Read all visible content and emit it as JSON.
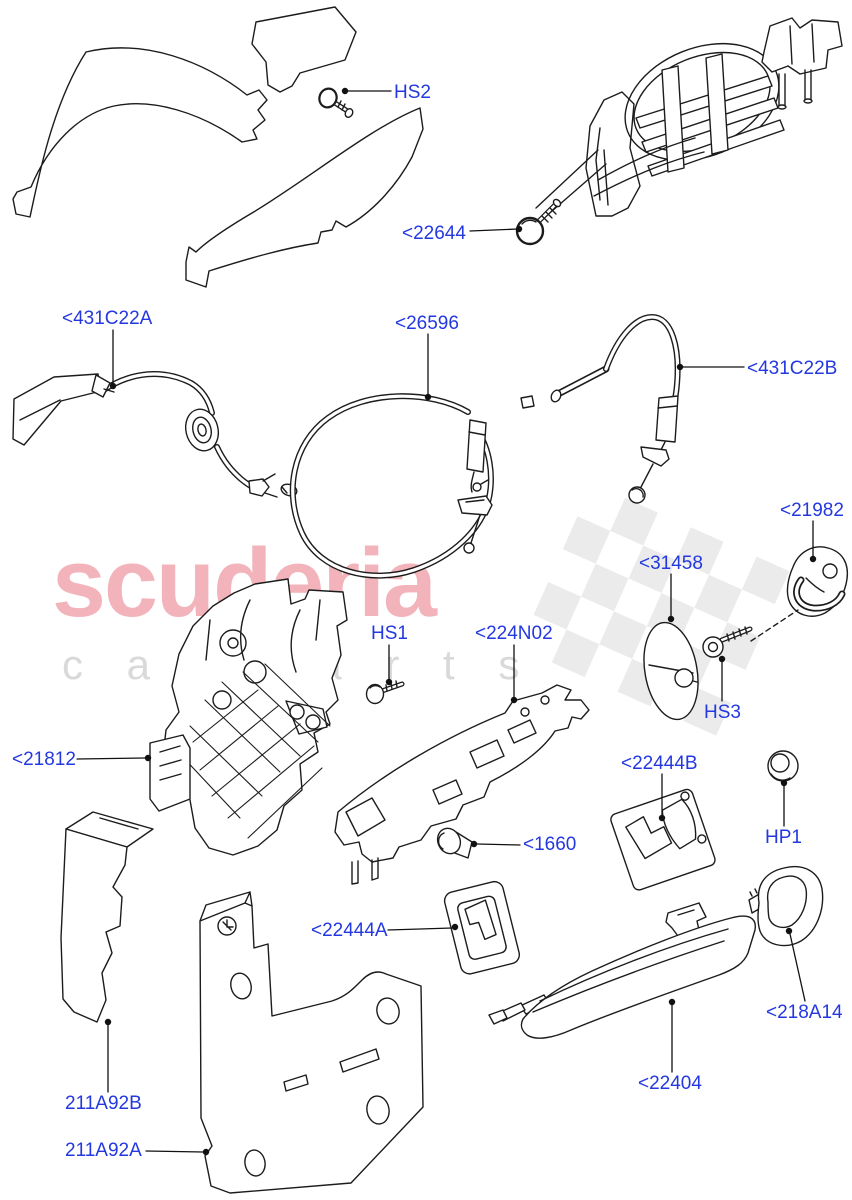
{
  "diagram": {
    "type": "exploded-parts-diagram",
    "subject": "front door lock, latch, cables and exterior handle components"
  },
  "colors": {
    "label_blue": "#2338e0",
    "line_black": "#1c1c1c",
    "watermark_red": "#f2b4ba",
    "watermark_gray": "#d9d9d9",
    "checker_gray": "#dedede",
    "background": "#ffffff"
  },
  "watermark": {
    "brand": "scuderia",
    "subtext": "c a r p a r t s"
  },
  "labels": [
    {
      "id": "HS2",
      "text": "HS2"
    },
    {
      "id": "22644",
      "text": "<22644"
    },
    {
      "id": "431C22A",
      "text": "<431C22A"
    },
    {
      "id": "26596",
      "text": "<26596"
    },
    {
      "id": "431C22B",
      "text": "<431C22B"
    },
    {
      "id": "21982",
      "text": "<21982"
    },
    {
      "id": "31458",
      "text": "<31458"
    },
    {
      "id": "HS3",
      "text": "HS3"
    },
    {
      "id": "HS1",
      "text": "HS1"
    },
    {
      "id": "224N02",
      "text": "<224N02"
    },
    {
      "id": "21812",
      "text": "<21812"
    },
    {
      "id": "22444B",
      "text": "<22444B"
    },
    {
      "id": "HP1",
      "text": "HP1"
    },
    {
      "id": "1660",
      "text": "<1660"
    },
    {
      "id": "22444A",
      "text": "<22444A"
    },
    {
      "id": "218A14",
      "text": "<218A14"
    },
    {
      "id": "22404",
      "text": "<22404"
    },
    {
      "id": "211A92B",
      "text": "211A92B"
    },
    {
      "id": "211A92A",
      "text": "211A92A"
    }
  ]
}
